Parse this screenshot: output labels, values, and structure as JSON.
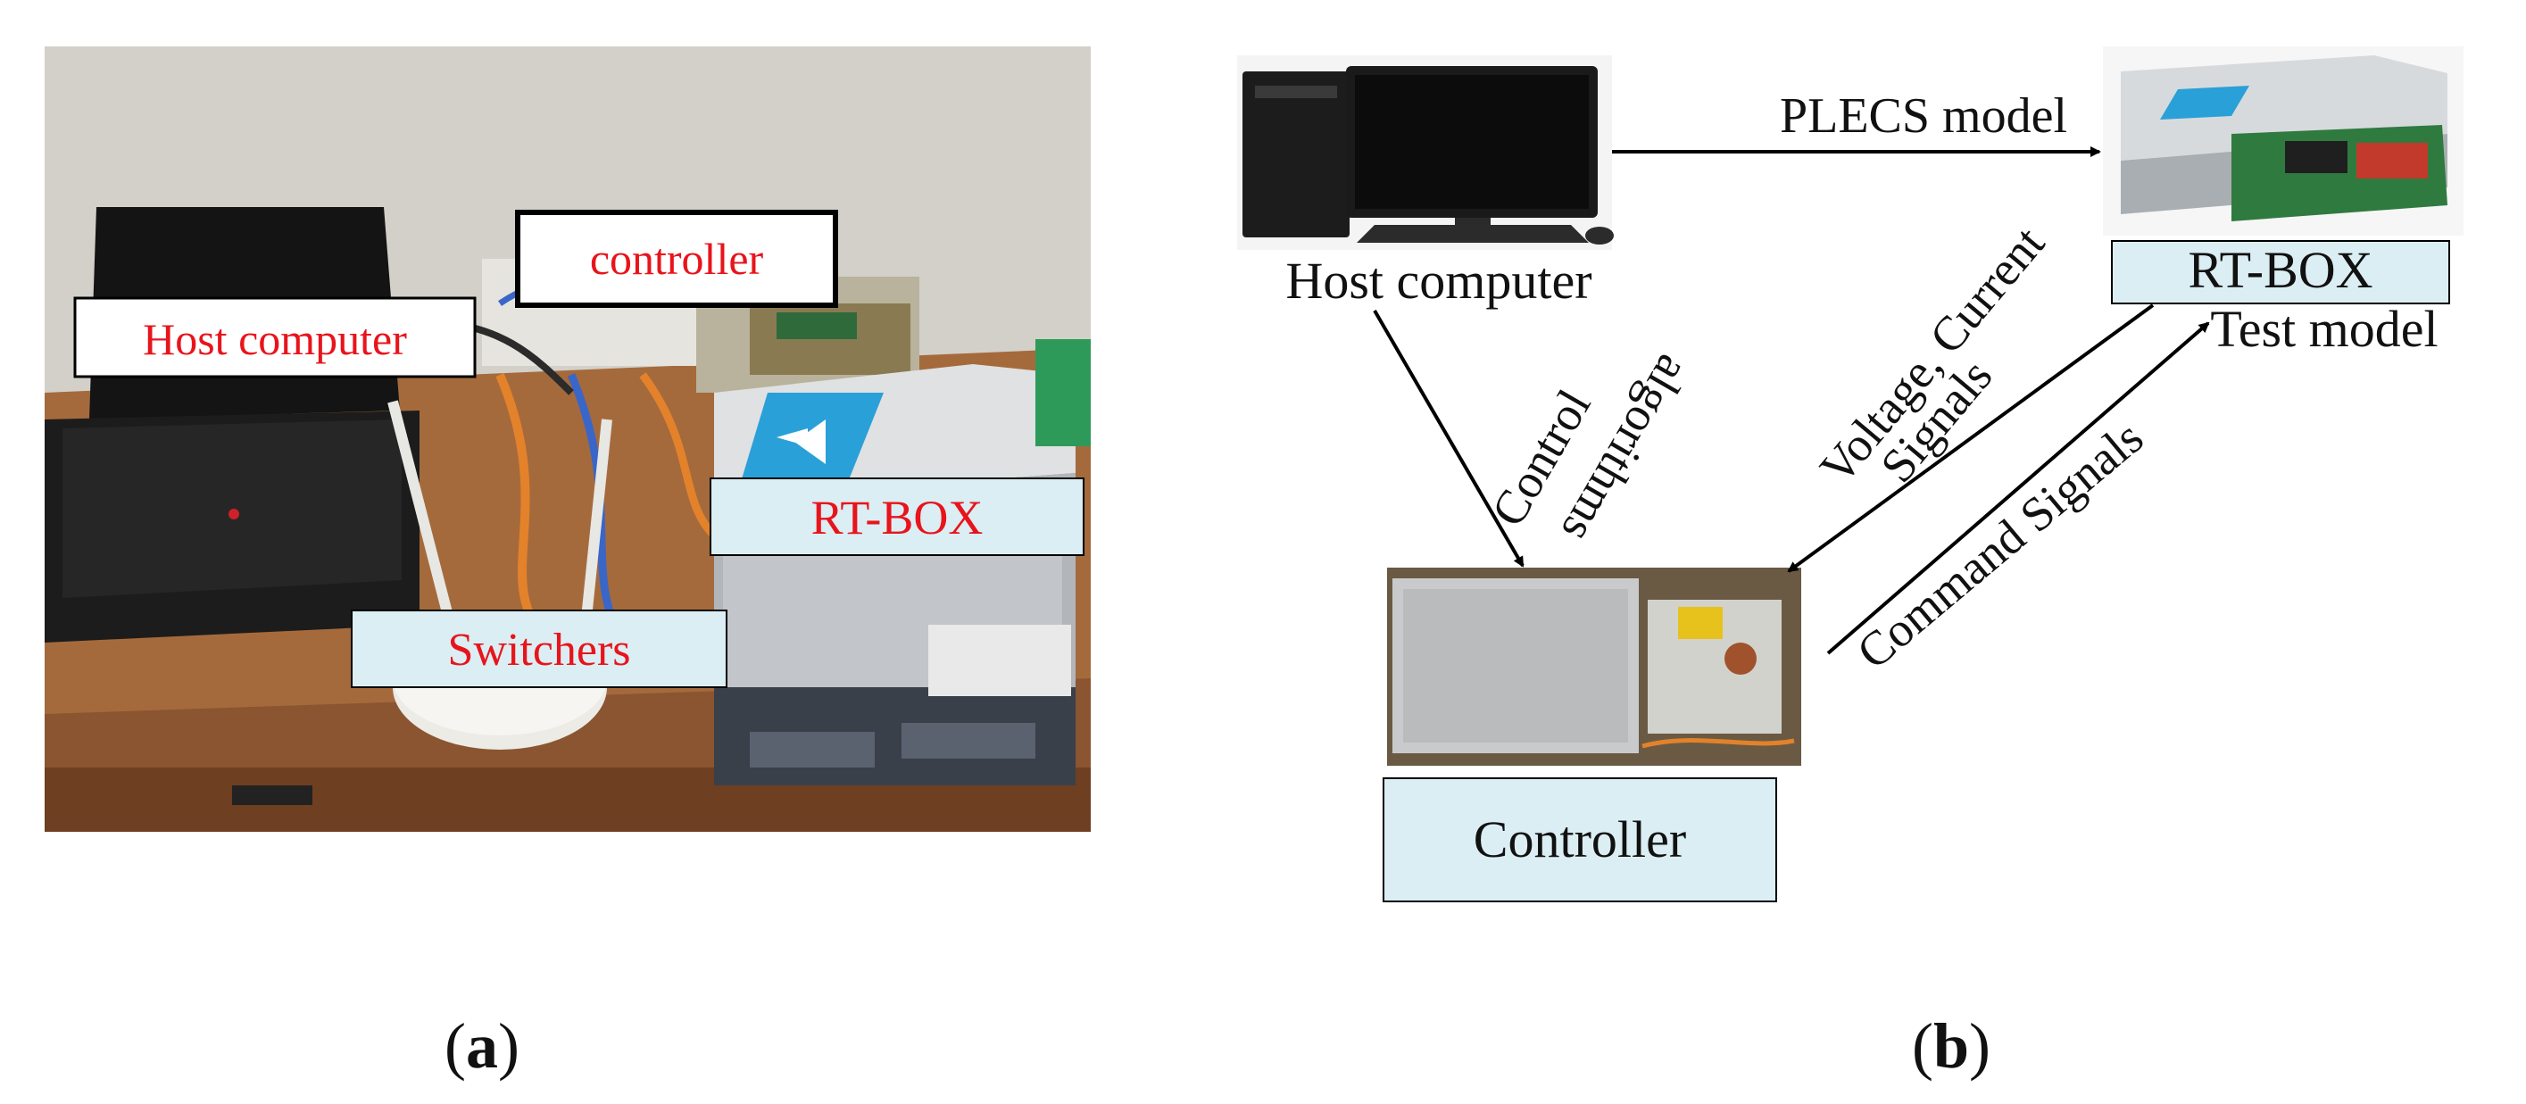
{
  "panel_a": {
    "labels": {
      "host_computer": "Host computer",
      "controller": "controller",
      "rt_box": "RT-BOX",
      "switchers": "Switchers"
    },
    "caption": "a",
    "colors": {
      "label_text": "#e8141c",
      "highlight_box": "#dbeef3",
      "white_box": "#ffffff"
    }
  },
  "panel_b": {
    "nodes": {
      "host_computer": "Host computer",
      "rt_box": "RT-BOX",
      "test_model": "Test model",
      "controller": "Controller"
    },
    "edges": {
      "plecs_model": "PLECS model",
      "control": "Control",
      "algorithms": "algorithms",
      "voltage_current": "Voltage, Current",
      "signals": "Signals",
      "command_signals": "Command Signals"
    },
    "caption": "b",
    "colors": {
      "box_fill": "#dbeef3",
      "text": "#111111"
    }
  },
  "icons": {
    "photo": "photo-of-lab-bench",
    "desktop": "desktop-computer-icon",
    "rtbox": "rt-box-device-icon",
    "controller": "controller-board-icon"
  }
}
